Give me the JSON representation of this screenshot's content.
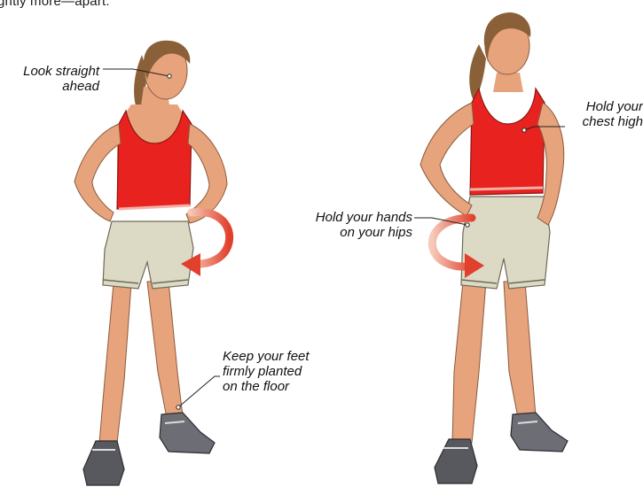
{
  "intro_text": "ghtly more—apart.",
  "callouts": {
    "look": [
      "Look straight",
      "ahead"
    ],
    "chest": [
      "Hold your",
      "chest high"
    ],
    "hands": [
      "Hold your hands",
      "on your hips"
    ],
    "feet": [
      "Keep your feet",
      "firmly planted",
      "on the floor"
    ]
  },
  "colors": {
    "shirt": "#e8231f",
    "shorts": "#dcd9c5",
    "skin": "#e7a37c",
    "hair": "#8a6038",
    "arrow": "#e0402c"
  }
}
